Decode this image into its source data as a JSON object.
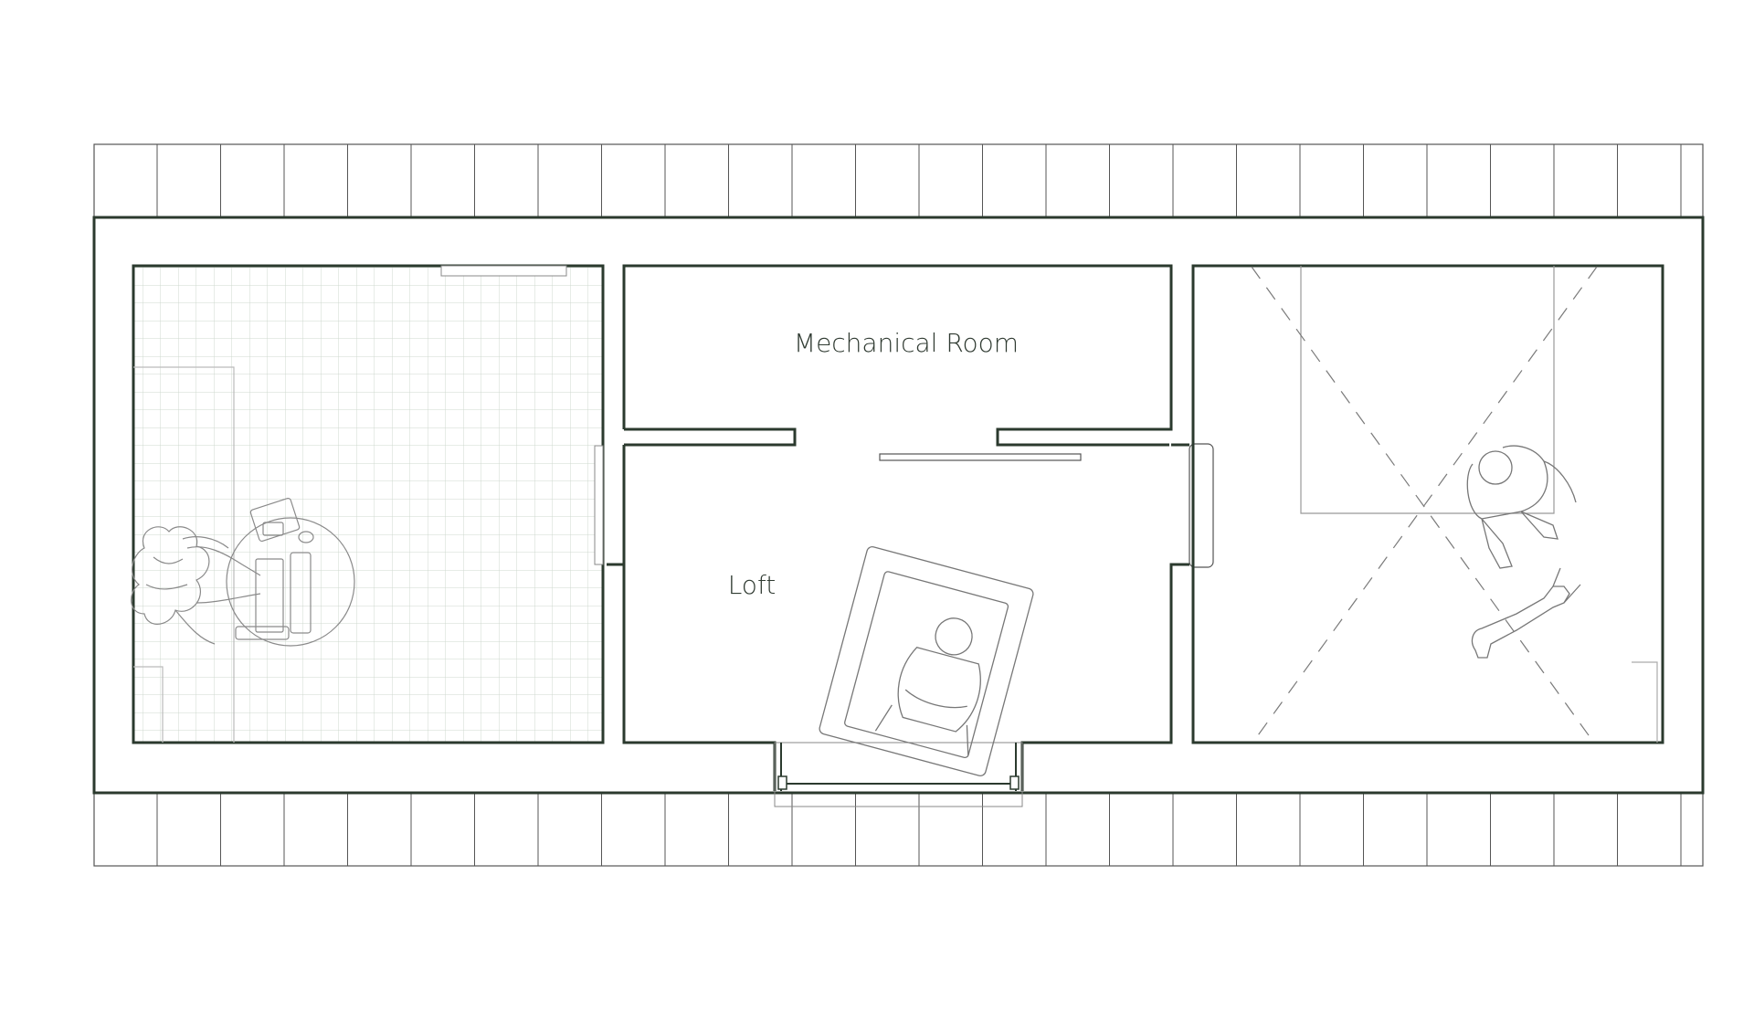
{
  "plan": {
    "rooms": [
      {
        "id": "mechanical",
        "label": "Mechanical Room"
      },
      {
        "id": "loft",
        "label": "Loft"
      },
      {
        "id": "west-room",
        "label": ""
      },
      {
        "id": "east-room",
        "label": ""
      }
    ],
    "colors": {
      "wall": "#2b3a2e",
      "line": "#8a8a8a",
      "tile_grid": "#cfd8cf",
      "dashed": "#7a7a7a",
      "text": "#2f3a31"
    },
    "icons": [
      "person-at-desk-icon",
      "person-in-armchair-icon",
      "person-standing-icon",
      "dog-icon"
    ]
  }
}
